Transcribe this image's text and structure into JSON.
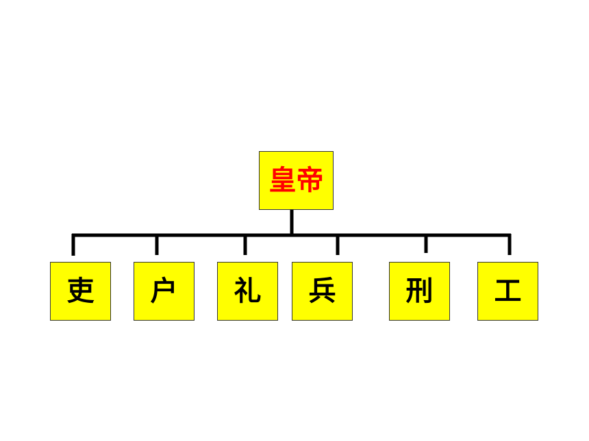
{
  "diagram": {
    "root": {
      "label": "皇帝"
    },
    "children": [
      {
        "label": "吏"
      },
      {
        "label": "户"
      },
      {
        "label": "礼"
      },
      {
        "label": "兵"
      },
      {
        "label": "刑"
      },
      {
        "label": "工"
      }
    ]
  },
  "colors": {
    "box_fill": "#ffff00",
    "root_text": "#ff0000",
    "child_text": "#000000",
    "connector": "#000000"
  }
}
